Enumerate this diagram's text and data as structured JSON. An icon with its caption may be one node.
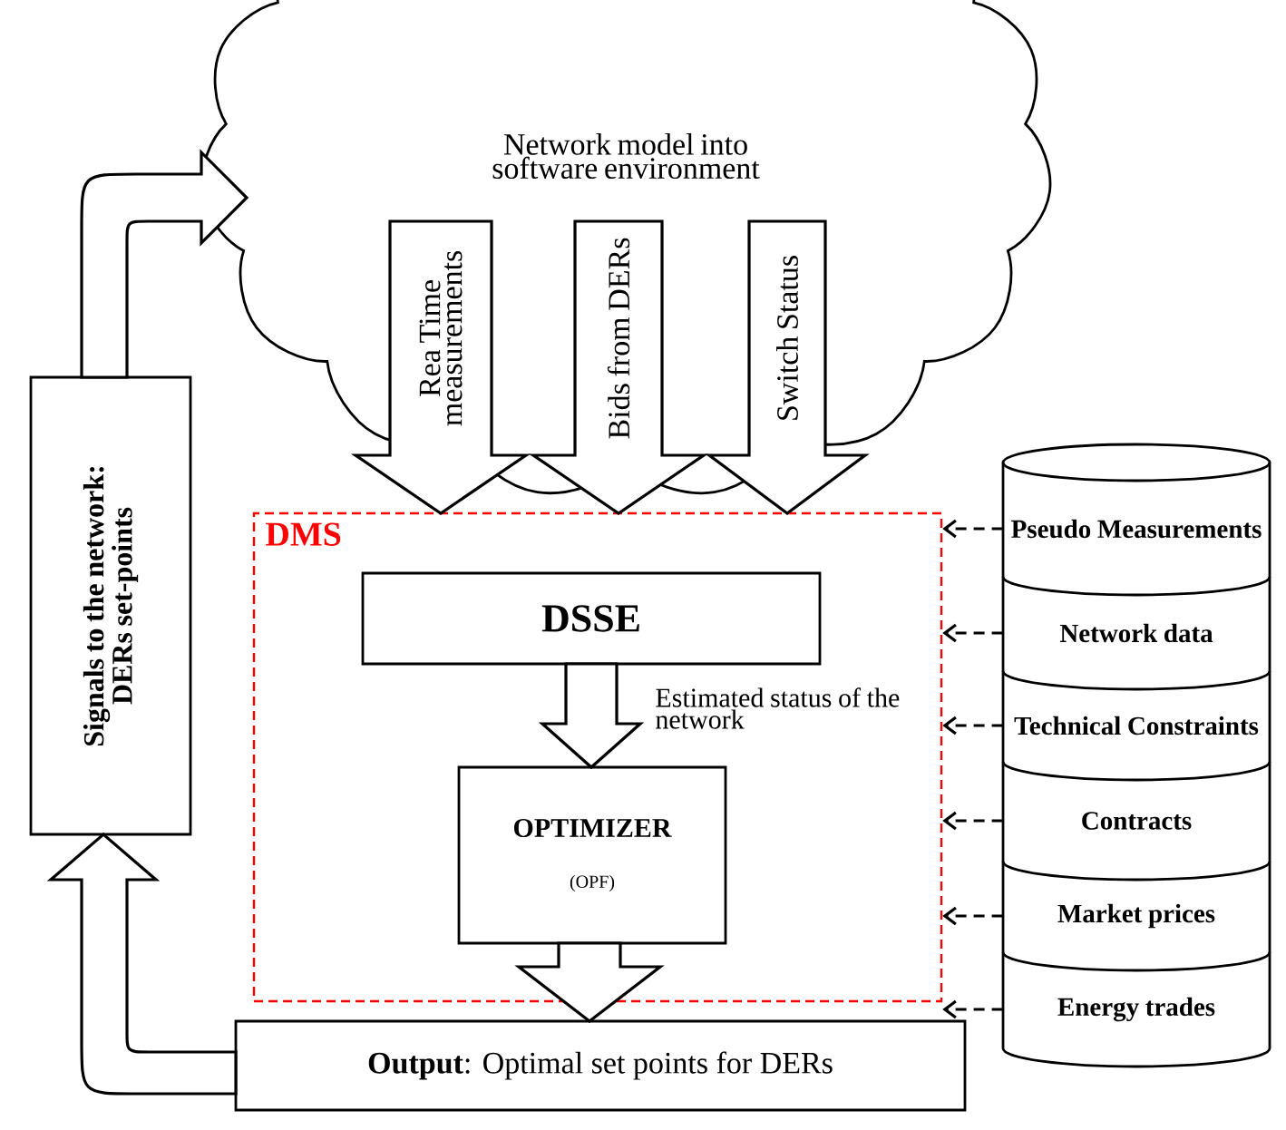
{
  "diagram": {
    "nodes": [
      {
        "text": [
          "Network model into software environment"
        ]
      },
      {
        "text": [
          "DMS"
        ]
      },
      {
        "text": [
          "DSSE"
        ],
        "in": 1
      },
      {
        "text": [
          "OPTIMIZER",
          "(OPF)"
        ],
        "in": 1
      },
      {
        "text": [
          "**Output**: Optimal set points for DERs"
        ]
      },
      {
        "text": [
          "Signals to the network: DERs set-points"
        ]
      },
      {
        "text": [
          "Pseudo Measurements"
        ]
      },
      {
        "text": [
          "Network data"
        ]
      },
      {
        "text": [
          "Technical Constraints"
        ]
      },
      {
        "text": [
          "Contracts"
        ]
      },
      {
        "text": [
          "Market prices"
        ]
      },
      {
        "text": [
          "Energy trades"
        ]
      }
    ],
    "edges": [
      {
        "from": 0,
        "to": 1,
        "arrow": "to",
        "label": "Rea Time measurements"
      },
      {
        "from": 0,
        "to": 1,
        "arrow": "to",
        "label": "Bids from DERs"
      },
      {
        "from": 0,
        "to": 1,
        "arrow": "to",
        "label": "Switch Status"
      },
      {
        "from": 2,
        "to": 3,
        "arrow": "to",
        "label": "Estimated status of the network"
      },
      {
        "from": 3,
        "to": 4,
        "arrow": "to"
      },
      {
        "from": 4,
        "to": 5,
        "arrow": "to"
      },
      {
        "from": 5,
        "to": 0,
        "arrow": "to"
      },
      {
        "from": 6,
        "to": 1,
        "arrow": "to",
        "style": "dashed"
      },
      {
        "from": 7,
        "to": 1,
        "arrow": "to",
        "style": "dashed"
      },
      {
        "from": 8,
        "to": 1,
        "arrow": "to",
        "style": "dashed"
      },
      {
        "from": 9,
        "to": 1,
        "arrow": "to",
        "style": "dashed"
      },
      {
        "from": 10,
        "to": 1,
        "arrow": "to",
        "style": "dashed"
      },
      {
        "from": 11,
        "to": 1,
        "arrow": "to",
        "style": "dashed"
      }
    ]
  }
}
